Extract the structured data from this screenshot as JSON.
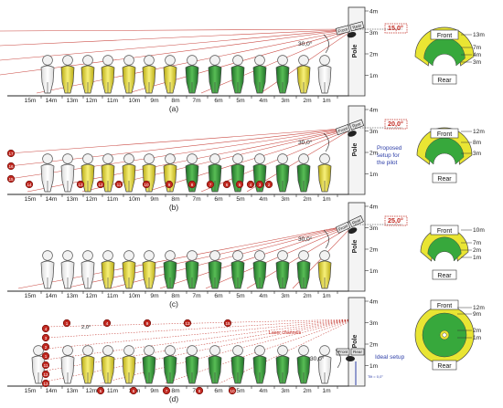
{
  "panels": [
    {
      "caption": "(a)",
      "angle": "15,0°",
      "beam_angle": "30,0°",
      "people": [
        "w",
        "y",
        "y",
        "y",
        "y",
        "y",
        "y",
        "g",
        "g",
        "g",
        "g",
        "g",
        "y",
        "w",
        "w"
      ],
      "pole_ticks": [
        "4m",
        "3m",
        "2m",
        "1m"
      ],
      "coverage": {
        "front": "Front",
        "rear": "Rear",
        "outer": "13m",
        "mid": "7m",
        "inner": "4m",
        "core": "3m"
      }
    },
    {
      "caption": "(b)",
      "angle": "20,0°",
      "beam_angle": "30,0°",
      "people": [
        "w",
        "w",
        "y",
        "y",
        "y",
        "y",
        "y",
        "g",
        "g",
        "g",
        "g",
        "g",
        "g",
        "y",
        "w"
      ],
      "pole_ticks": [
        "4m",
        "3m",
        "2m",
        "1m"
      ],
      "note": [
        "Proposed",
        "setup for",
        "the pilot"
      ],
      "markers_left": [
        "17",
        "16",
        "15"
      ],
      "markers_ground": [
        "14",
        "13",
        "12",
        "11",
        "10",
        "9",
        "8",
        "7",
        "6",
        "5",
        "4",
        "3",
        "2"
      ],
      "coverage": {
        "front": "Front",
        "rear": "Rear",
        "outer": "12m",
        "mid": "8m",
        "core": "3m"
      }
    },
    {
      "caption": "(c)",
      "angle": "25,0°",
      "beam_angle": "30,0°",
      "people": [
        "w",
        "w",
        "w",
        "y",
        "y",
        "y",
        "g",
        "g",
        "g",
        "g",
        "g",
        "g",
        "g",
        "y",
        "w"
      ],
      "pole_ticks": [
        "4m",
        "3m",
        "2m",
        "1m"
      ],
      "coverage": {
        "front": "Front",
        "rear": "Rear",
        "outer": "10m",
        "mid": "7m",
        "inner": "2m",
        "core": "1m"
      }
    },
    {
      "caption": "(d)",
      "angle": "2,0°",
      "beam_angle": "30,0°",
      "tilt_label": "Tilt = 0,0°",
      "laser_label": "Laser channels",
      "ideal_label": "Ideal setup",
      "people": [
        "w",
        "w",
        "y",
        "y",
        "y",
        "g",
        "g",
        "g",
        "g",
        "g",
        "g",
        "g",
        "g",
        "w",
        "w"
      ],
      "pole_ticks": [
        "4m",
        "3m",
        "2m",
        "1m"
      ],
      "markers_left": [
        "4",
        "3",
        "2",
        "1",
        "11",
        "12",
        "13"
      ],
      "markers_top": [
        "1",
        "4",
        "9",
        "13",
        "15"
      ],
      "markers_ground": [
        "5",
        "6",
        "7",
        "8",
        "10"
      ],
      "coverage": {
        "front": "Front",
        "rear": "Rear",
        "outer": "12m",
        "mid": "9m",
        "inner": "2m",
        "core": "1m"
      }
    }
  ],
  "distance_labels": [
    "15m",
    "14m",
    "13m",
    "12m",
    "11m",
    "10m",
    "9m",
    "8m",
    "7m",
    "6m",
    "5m",
    "4m",
    "3m",
    "2m",
    "1m"
  ],
  "pole_label": "Pole",
  "sensor_labels": {
    "front": "Front",
    "rear": "Rear"
  },
  "colors": {
    "green": "#2e9a3a",
    "yellow": "#e4dc2a",
    "white": "#ffffff",
    "laser": "#c0271f",
    "pole": "#f4f4f4"
  }
}
